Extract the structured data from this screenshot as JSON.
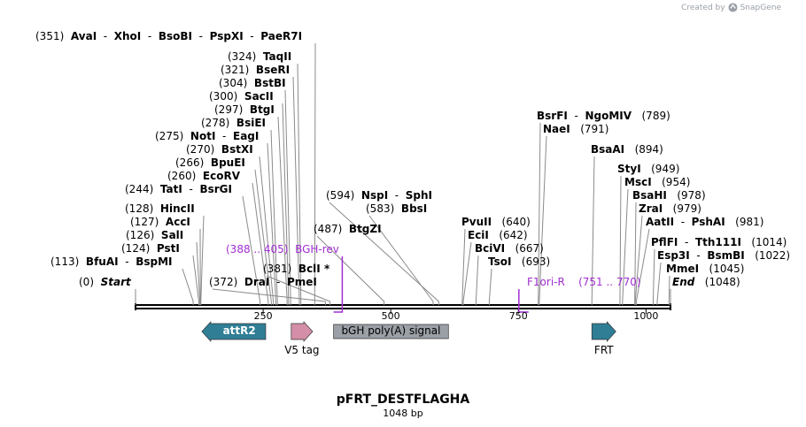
{
  "credit": {
    "text": "Created by",
    "brand": "SnapGene"
  },
  "plasmid": {
    "name": "pFRT_DESTFLAGHA",
    "size_text": "1048 bp",
    "length": 1048
  },
  "colors": {
    "attR2": "#2f7e96",
    "v5": "#d48ea8",
    "bgh": "#9aa0a6",
    "frt": "#2f7e96",
    "primer": "#a12fd0",
    "backbone": "#000000",
    "leader": "#8a8a8a"
  },
  "ticks": [
    {
      "pos": 250,
      "label": "250"
    },
    {
      "pos": 500,
      "label": "500"
    },
    {
      "pos": 750,
      "label": "750"
    },
    {
      "pos": 1000,
      "label": "1000"
    }
  ],
  "sites": [
    {
      "pos": 351,
      "pos_label": "(351)",
      "names": [
        "AvaI",
        "XhoI",
        "BsoBI",
        "PspXI",
        "PaeR7I"
      ]
    },
    {
      "pos": 324,
      "pos_label": "(324)",
      "names": [
        "TaqII"
      ]
    },
    {
      "pos": 321,
      "pos_label": "(321)",
      "names": [
        "BseRI"
      ]
    },
    {
      "pos": 304,
      "pos_label": "(304)",
      "names": [
        "BstBI"
      ]
    },
    {
      "pos": 300,
      "pos_label": "(300)",
      "names": [
        "SacII"
      ]
    },
    {
      "pos": 297,
      "pos_label": "(297)",
      "names": [
        "BtgI"
      ]
    },
    {
      "pos": 278,
      "pos_label": "(278)",
      "names": [
        "BsiEI"
      ]
    },
    {
      "pos": 275,
      "pos_label": "(275)",
      "names": [
        "NotI",
        "EagI"
      ]
    },
    {
      "pos": 270,
      "pos_label": "(270)",
      "names": [
        "BstXI"
      ]
    },
    {
      "pos": 266,
      "pos_label": "(266)",
      "names": [
        "BpuEI"
      ]
    },
    {
      "pos": 260,
      "pos_label": "(260)",
      "names": [
        "EcoRV"
      ]
    },
    {
      "pos": 244,
      "pos_label": "(244)",
      "names": [
        "TatI",
        "BsrGI"
      ]
    },
    {
      "pos": 128,
      "pos_label": "(128)",
      "names": [
        "HincII"
      ]
    },
    {
      "pos": 127,
      "pos_label": "(127)",
      "names": [
        "AccI"
      ]
    },
    {
      "pos": 126,
      "pos_label": "(126)",
      "names": [
        "SalI"
      ]
    },
    {
      "pos": 124,
      "pos_label": "(124)",
      "names": [
        "PstI"
      ]
    },
    {
      "pos": 113,
      "pos_label": "(113)",
      "names": [
        "BfuAI",
        "BspMI"
      ]
    },
    {
      "pos": 0,
      "pos_label": "(0)",
      "names": [
        "Start"
      ],
      "italic": true
    },
    {
      "pos": 372,
      "pos_label": "(372)",
      "names": [
        "DraI",
        "PmeI"
      ]
    },
    {
      "pos": 381,
      "pos_label": "(381)",
      "names": [
        "BclI *"
      ]
    },
    {
      "pos": 487,
      "pos_label": "(487)",
      "names": [
        "BtgZI"
      ]
    },
    {
      "pos": 594,
      "pos_label": "(594)",
      "names": [
        "NspI",
        "SphI"
      ]
    },
    {
      "pos": 583,
      "pos_label": "(583)",
      "names": [
        "BbsI"
      ]
    },
    {
      "pos": 640,
      "pos_label": "(640)",
      "names": [
        "PvuII"
      ]
    },
    {
      "pos": 642,
      "pos_label": "(642)",
      "names": [
        "EciI"
      ]
    },
    {
      "pos": 667,
      "pos_label": "(667)",
      "names": [
        "BciVI"
      ]
    },
    {
      "pos": 693,
      "pos_label": "(693)",
      "names": [
        "TsoI"
      ]
    },
    {
      "pos": 789,
      "pos_label": "(789)",
      "names": [
        "BsrFI",
        "NgoMIV"
      ]
    },
    {
      "pos": 791,
      "pos_label": "(791)",
      "names": [
        "NaeI"
      ]
    },
    {
      "pos": 894,
      "pos_label": "(894)",
      "names": [
        "BsaAI"
      ]
    },
    {
      "pos": 949,
      "pos_label": "(949)",
      "names": [
        "StyI"
      ]
    },
    {
      "pos": 954,
      "pos_label": "(954)",
      "names": [
        "MscI"
      ]
    },
    {
      "pos": 978,
      "pos_label": "(978)",
      "names": [
        "BsaHI"
      ]
    },
    {
      "pos": 979,
      "pos_label": "(979)",
      "names": [
        "ZraI"
      ]
    },
    {
      "pos": 981,
      "pos_label": "(981)",
      "names": [
        "AatII",
        "PshAI"
      ]
    },
    {
      "pos": 1014,
      "pos_label": "(1014)",
      "names": [
        "PflFI",
        "Tth111I"
      ]
    },
    {
      "pos": 1022,
      "pos_label": "(1022)",
      "names": [
        "Esp3I",
        "BsmBI"
      ]
    },
    {
      "pos": 1045,
      "pos_label": "(1045)",
      "names": [
        "MmeI"
      ]
    },
    {
      "pos": 1048,
      "pos_label": "(1048)",
      "names": [
        "End"
      ],
      "italic": true
    }
  ],
  "primers": [
    {
      "name": "BGH-rev",
      "range_label": "(388 .. 405)",
      "start": 388,
      "end": 405
    },
    {
      "name": "F1ori-R",
      "range_label": "(751 .. 770)",
      "start": 751,
      "end": 770
    }
  ],
  "features": [
    {
      "name": "attR2",
      "start": 130,
      "end": 255,
      "direction": "left",
      "label_inside": true
    },
    {
      "name": "V5 tag",
      "start": 305,
      "end": 347,
      "direction": "right",
      "label_inside": false
    },
    {
      "name": "bGH poly(A) signal",
      "start": 388,
      "end": 613,
      "direction": "none",
      "label_inside": true
    },
    {
      "name": "FRT",
      "start": 894,
      "end": 941,
      "direction": "right",
      "label_inside": false
    }
  ]
}
